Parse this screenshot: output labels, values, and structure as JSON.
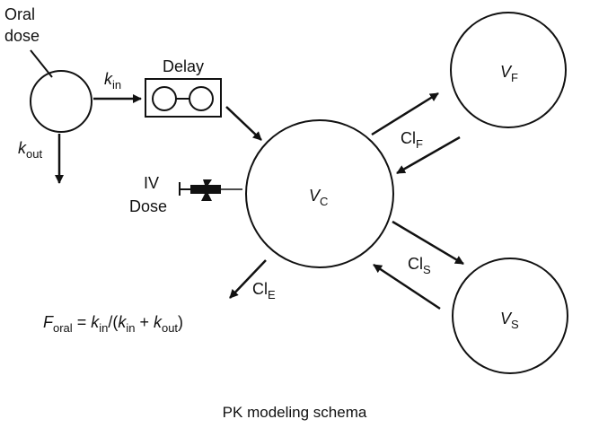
{
  "labels": {
    "oral_line1": "Oral",
    "oral_line2": "dose",
    "delay": "Delay",
    "k": "k",
    "sub_in": "in",
    "sub_out": "out",
    "iv_line1": "IV",
    "iv_line2": "Dose",
    "V": "V",
    "sub_C": "C",
    "sub_F": "F",
    "sub_S": "S",
    "sub_E": "E",
    "Cl": "Cl",
    "F": "F",
    "sub_oral": "oral",
    "eq_equals": " = ",
    "eq_slash_paren": "/(",
    "eq_plus": " + ",
    "eq_close": ")"
  },
  "caption": "PK modeling schema",
  "colors": {
    "ink": "#111111",
    "background": "#ffffff"
  },
  "icons": [
    "syringe-icon"
  ]
}
